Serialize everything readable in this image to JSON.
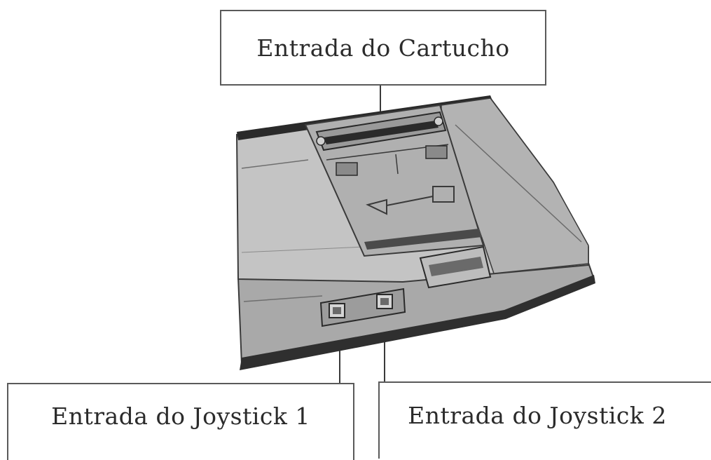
{
  "labels": {
    "cartridge_slot": "Entrada do Cartucho",
    "joystick_1": "Entrada do Joystick 1",
    "joystick_2": "Entrada do Joystick 2"
  },
  "colors": {
    "console_body": "#b8b8b8",
    "console_top": "#c9c9c9",
    "outline": "#3a3a3a",
    "dark_edge": "#2a2a2a"
  }
}
